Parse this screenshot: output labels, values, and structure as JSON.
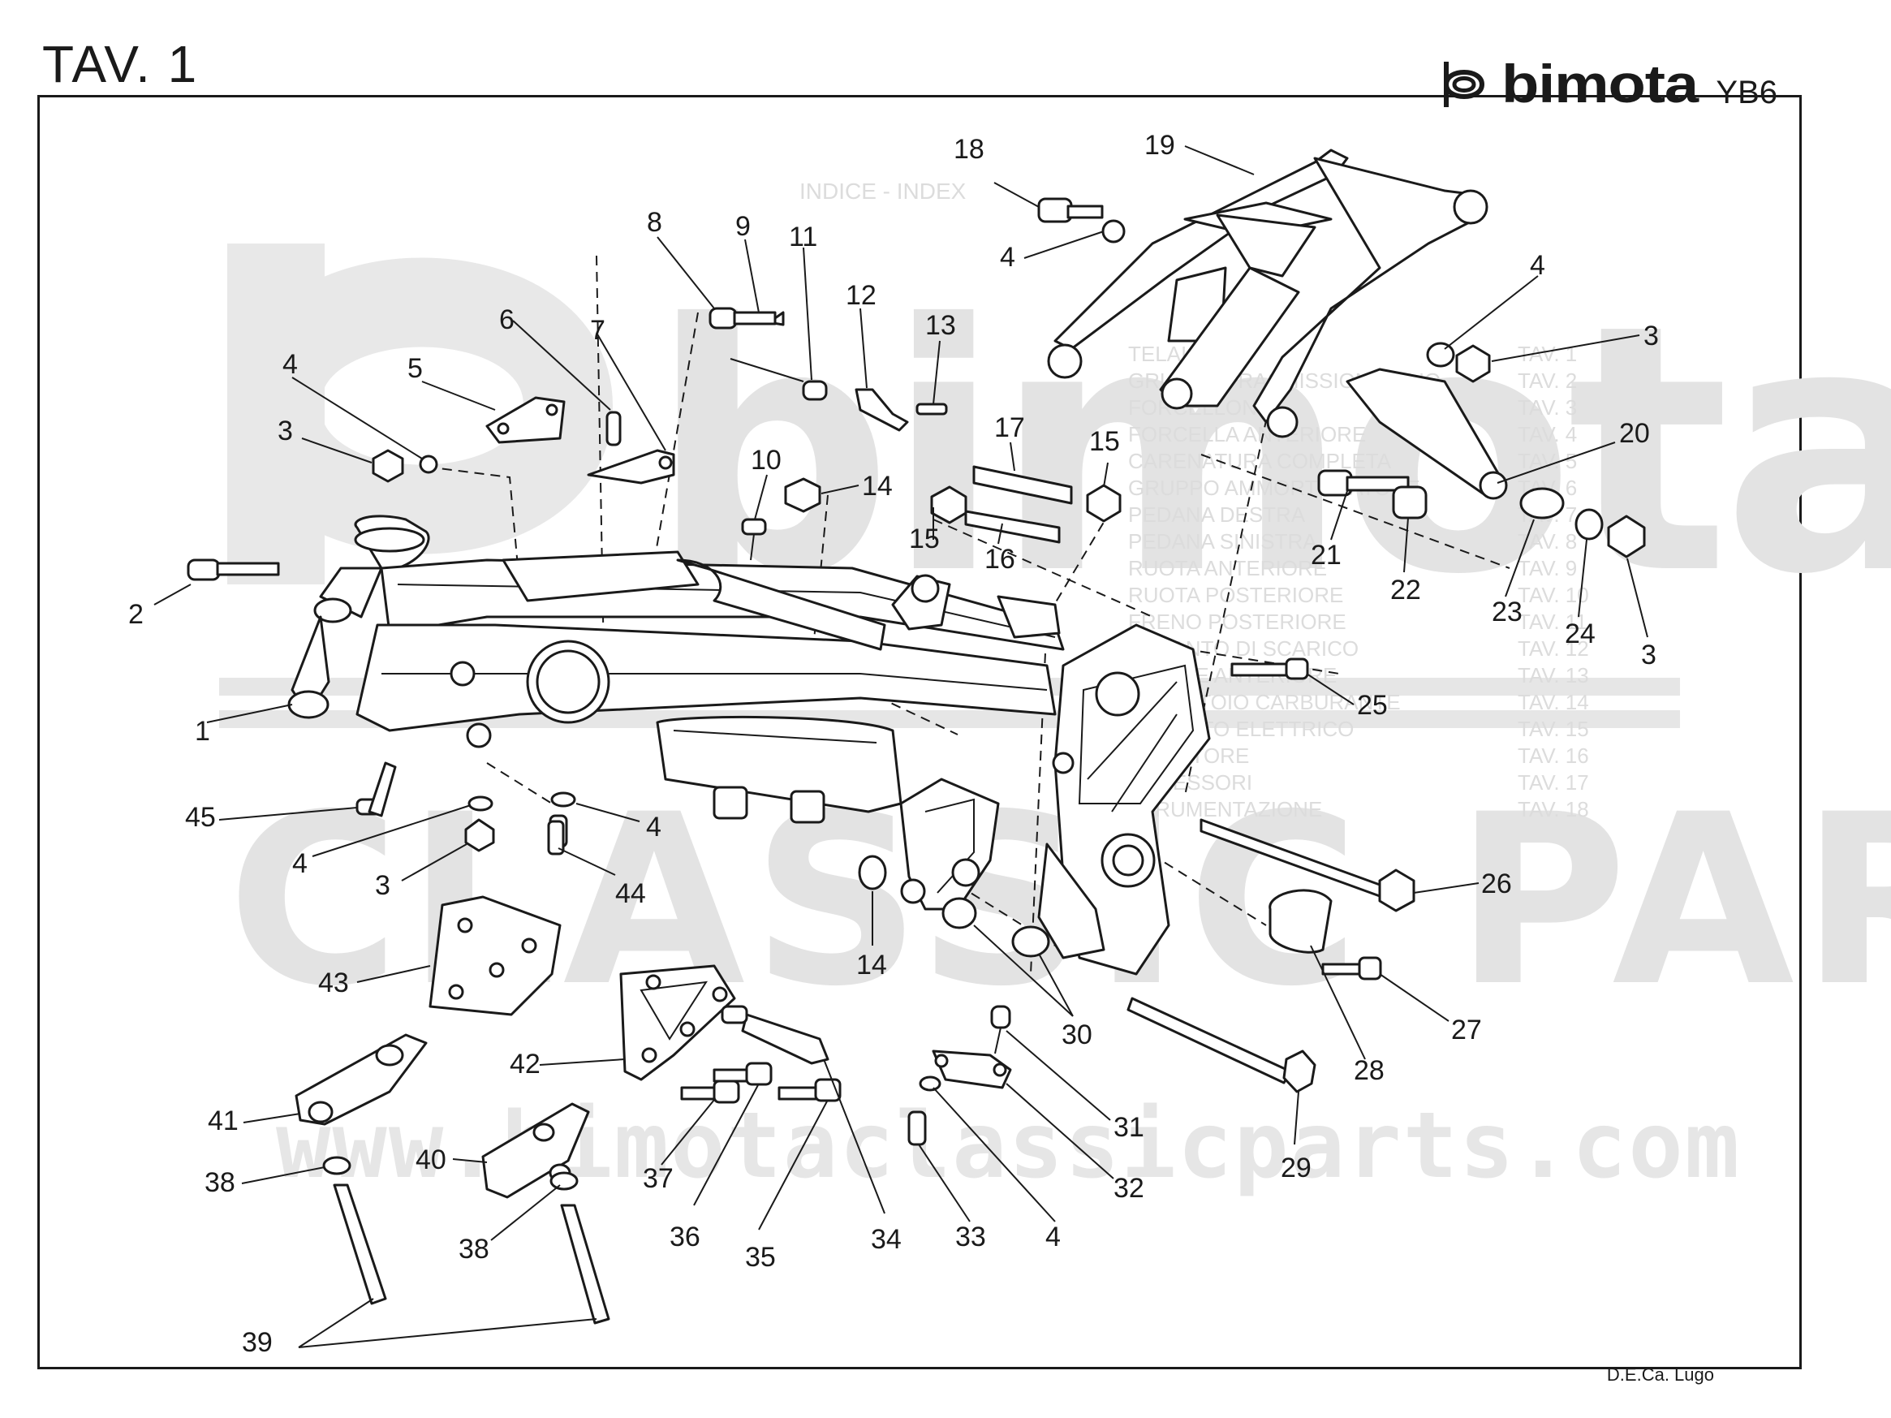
{
  "page": {
    "title": "TAV. 1",
    "credit": "D.E.Ca. Lugo"
  },
  "brand": {
    "name": "bimota",
    "model": "YB6",
    "mark_icon": "bimota-logo-icon"
  },
  "watermark": {
    "brand_word": "bimota",
    "line": "CLASSIC PARTS",
    "url": "www.bimotaclassicparts.com",
    "index_title": "INDICE - INDEX",
    "index_rows": [
      {
        "tav": "TAV. 1"
      },
      {
        "tav": "TAV. 2"
      },
      {
        "tav": "TAV. 3"
      },
      {
        "tav": "TAV. 4"
      },
      {
        "tav": "TAV. 5"
      },
      {
        "tav": "TAV. 6"
      },
      {
        "tav": "TAV. 7"
      },
      {
        "tav": "TAV. 8"
      },
      {
        "tav": "TAV. 9"
      },
      {
        "tav": "TAV. 10"
      },
      {
        "tav": "TAV. 11"
      },
      {
        "tav": "TAV. 12"
      },
      {
        "tav": "TAV. 13"
      },
      {
        "tav": "TAV. 14"
      },
      {
        "tav": "TAV. 15"
      },
      {
        "tav": "TAV. 16"
      },
      {
        "tav": "TAV. 17"
      },
      {
        "tav": "TAV. 18"
      }
    ],
    "index_items": [
      "TELAIO",
      "GRUPPO TRASMISSIONE OLIO",
      "FORCELLONE",
      "FORCELLA ANTERIORE",
      "CARENATURA COMPLETA",
      "GRUPPO AMMORTIZZATORE",
      "PEDANA DESTRA",
      "PEDANA SINISTRA",
      "RUOTA ANTERIORE",
      "RUOTA POSTERIORE",
      "FRENO POSTERIORE",
      "IMPIANTO DI SCARICO",
      "FANALE ANTERIORE",
      "SERBATOIO CARBURANTE",
      "IMPIANTO ELETTRICO",
      "RADIATORE",
      "ACCESSORI",
      "STRUMENTAZIONE"
    ]
  },
  "callouts": [
    {
      "num": "1"
    },
    {
      "num": "2"
    },
    {
      "num": "3"
    },
    {
      "num": "4"
    },
    {
      "num": "5"
    },
    {
      "num": "6"
    },
    {
      "num": "7"
    },
    {
      "num": "8"
    },
    {
      "num": "9"
    },
    {
      "num": "10"
    },
    {
      "num": "11"
    },
    {
      "num": "12"
    },
    {
      "num": "13"
    },
    {
      "num": "14"
    },
    {
      "num": "15"
    },
    {
      "num": "16"
    },
    {
      "num": "17"
    },
    {
      "num": "18"
    },
    {
      "num": "19"
    },
    {
      "num": "4"
    },
    {
      "num": "4"
    },
    {
      "num": "3"
    },
    {
      "num": "20"
    },
    {
      "num": "21"
    },
    {
      "num": "22"
    },
    {
      "num": "23"
    },
    {
      "num": "24"
    },
    {
      "num": "3"
    },
    {
      "num": "25"
    },
    {
      "num": "26"
    },
    {
      "num": "27"
    },
    {
      "num": "28"
    },
    {
      "num": "29"
    },
    {
      "num": "30"
    },
    {
      "num": "31"
    },
    {
      "num": "32"
    },
    {
      "num": "33"
    },
    {
      "num": "4"
    },
    {
      "num": "34"
    },
    {
      "num": "35"
    },
    {
      "num": "36"
    },
    {
      "num": "37"
    },
    {
      "num": "38"
    },
    {
      "num": "38"
    },
    {
      "num": "39"
    },
    {
      "num": "40"
    },
    {
      "num": "41"
    },
    {
      "num": "42"
    },
    {
      "num": "43"
    },
    {
      "num": "44"
    },
    {
      "num": "4"
    },
    {
      "num": "4"
    },
    {
      "num": "3"
    },
    {
      "num": "45"
    },
    {
      "num": "14"
    },
    {
      "num": "15"
    }
  ]
}
